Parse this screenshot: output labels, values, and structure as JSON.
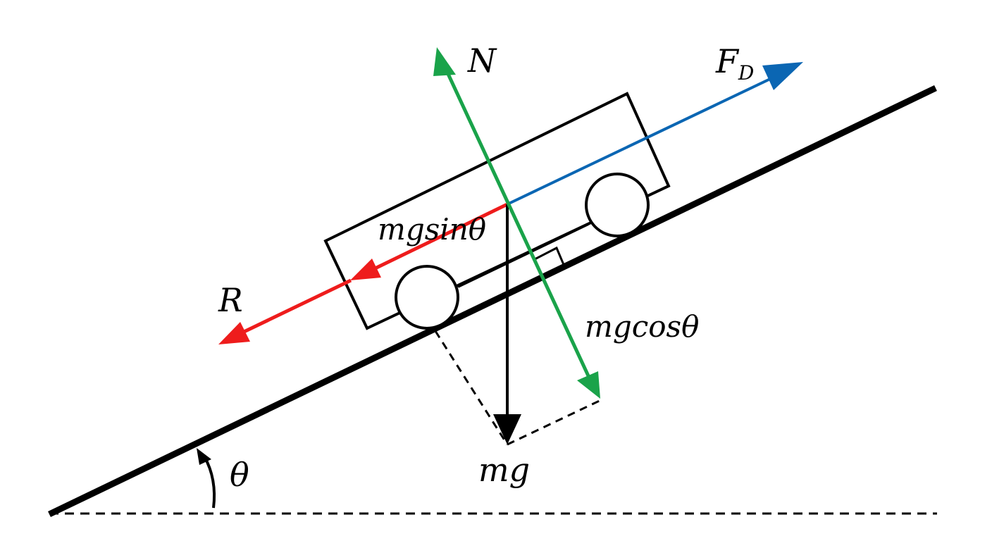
{
  "labels": {
    "normal": "N",
    "drive_force": "F",
    "drive_force_subscript": "D",
    "resistance": "R",
    "parallel_component": "mgsinθ",
    "perpendicular_component": "mgcosθ",
    "weight": "mg",
    "angle": "θ"
  },
  "colors": {
    "normal": "#1aa34a",
    "drive_force": "#0b66b3",
    "resistance": "#ee1c1c",
    "weight": "#000000",
    "incline": "#000000"
  }
}
